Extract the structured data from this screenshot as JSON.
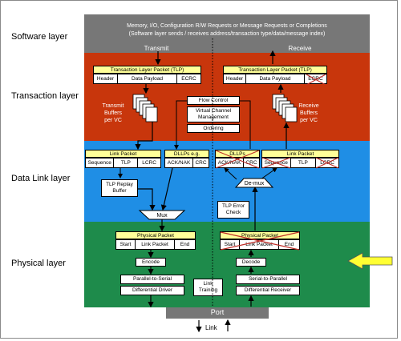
{
  "layers": {
    "software": "Software layer",
    "transaction": "Transaction layer",
    "datalink": "Data Link layer",
    "physical": "Physical layer"
  },
  "software_band": {
    "line1": "Memory, I/O, Configuration R/W Requests or Message Requests or Completions",
    "line2": "(Software layer sends / receives address/transaction type/data/message index)"
  },
  "directions": {
    "transmit": "Transmit",
    "receive": "Receive"
  },
  "tlp": {
    "title": "Transaction Layer Packet (TLP)",
    "header": "Header",
    "payload": "Data Payload",
    "ecrc": "ECRC"
  },
  "transmit_buffers": {
    "line1": "Transmit",
    "line2": "Buffers",
    "line3": "per VC"
  },
  "receive_buffers": {
    "line1": "Receive",
    "line2": "Buffers",
    "line3": "per VC"
  },
  "control": {
    "flow": "Flow Control",
    "vc_line1": "Virtual Channel",
    "vc_line2": "Management",
    "ordering": "Ordering"
  },
  "link_packet": {
    "title": "Link Packet",
    "sequence": "Sequence",
    "tlp": "TLP",
    "lcrc": "LCRC"
  },
  "dllp_tx": {
    "title": "DLLPs e.g.",
    "acknak": "ACK/NAK",
    "crc": "CRC"
  },
  "dllp_rx": {
    "title": "DLLPs",
    "acknak": "ACK/NAK",
    "crc": "CRC"
  },
  "replay": {
    "line1": "TLP Replay",
    "line2": "Buffer"
  },
  "mux": "Mux",
  "demux": "De-mux",
  "tlp_error": {
    "line1": "TLP Error",
    "line2": "Check"
  },
  "physical_packet": {
    "title": "Physical Packet",
    "start": "Start",
    "link_packet": "Link Packet",
    "end": "End"
  },
  "encode": "Encode",
  "decode": "Decode",
  "p2s": {
    "line1": "Parallel-to-Serial",
    "line2": "Differential Driver"
  },
  "s2p": {
    "line1": "Serial-to-Parallel",
    "line2": "Differential Receiver"
  },
  "link_training": {
    "line1": "Link",
    "line2": "Training"
  },
  "port": "Port",
  "link": "Link",
  "colors": {
    "software": "#777777",
    "transaction": "#c8360c",
    "datalink": "#1f8ee5",
    "physical": "#1e8b4b",
    "highlight": "#ffff99",
    "cross": "#c0302a",
    "arrow": "#ffff33"
  }
}
